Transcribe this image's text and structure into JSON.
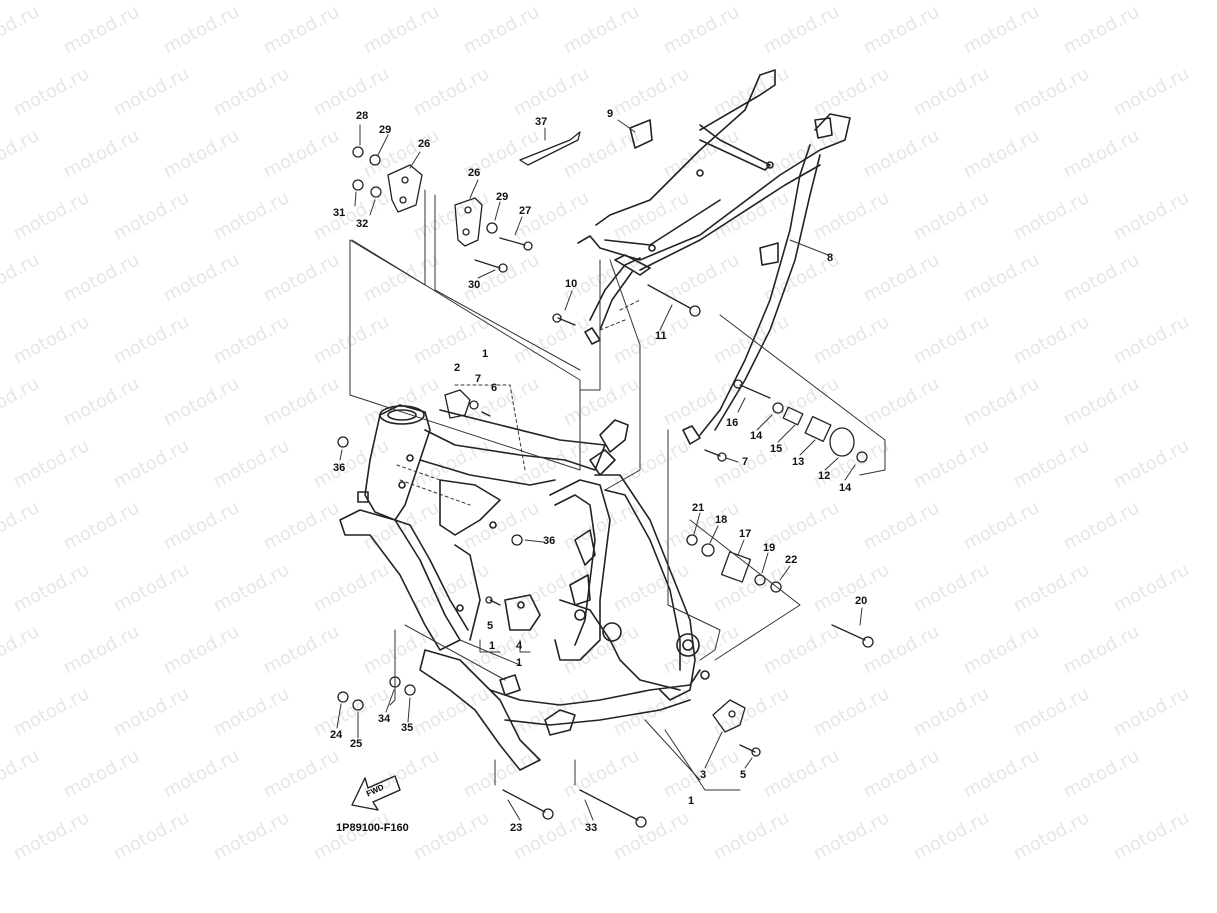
{
  "watermark": "motod.ru",
  "drawing_code": "1P89100-F160",
  "fwd_label": "FWD",
  "callouts": {
    "c28": "28",
    "c29a": "29",
    "c26a": "26",
    "c31": "31",
    "c32": "32",
    "c26b": "26",
    "c29b": "29",
    "c27": "27",
    "c30": "30",
    "c37": "37",
    "c9": "9",
    "c8": "8",
    "c10": "10",
    "c11": "11",
    "c1a": "1",
    "c2": "2",
    "c7a": "7",
    "c6": "6",
    "c16": "16",
    "c14a": "14",
    "c15": "15",
    "c13": "13",
    "c12": "12",
    "c14b": "14",
    "c7b": "7",
    "c36a": "36",
    "c36b": "36",
    "c21": "21",
    "c18": "18",
    "c17": "17",
    "c19": "19",
    "c22": "22",
    "c20": "20",
    "c5a": "5",
    "c1b": "1",
    "c4": "4",
    "c1c": "1",
    "c24": "24",
    "c25": "25",
    "c34": "34",
    "c35": "35",
    "c3": "3",
    "c5b": "5",
    "c1d": "1",
    "c23": "23",
    "c33": "33"
  }
}
